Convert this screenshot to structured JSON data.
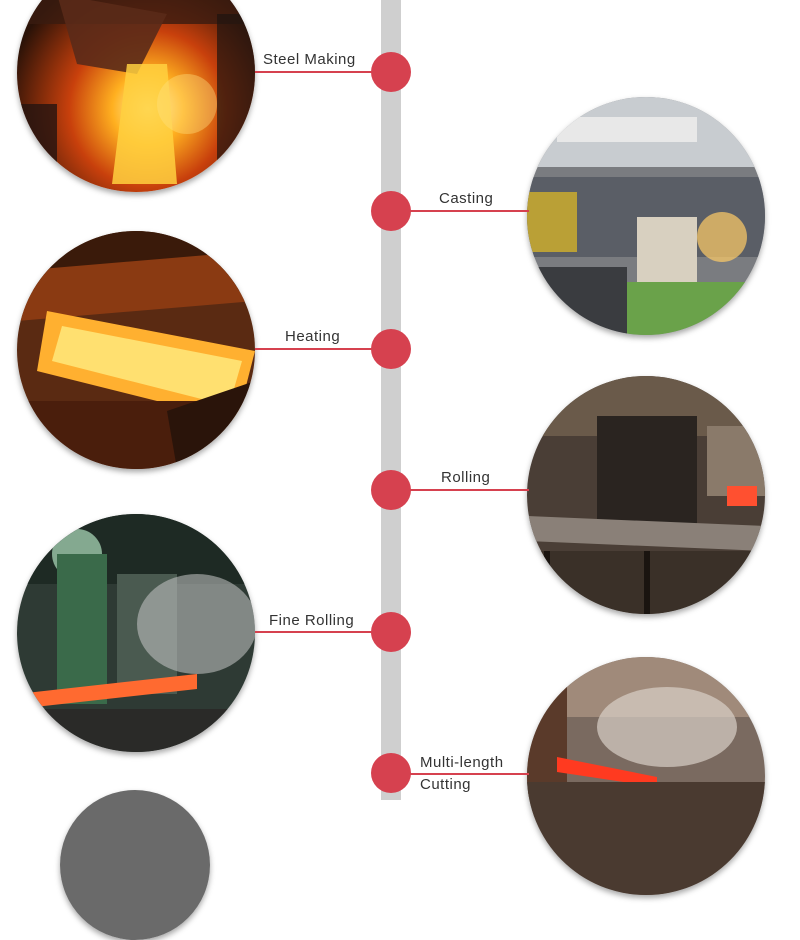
{
  "steps": [
    {
      "label": "Steel Making",
      "image": "molten-steel-pouring-photo"
    },
    {
      "label": "Casting",
      "image": "electric-arc-furnace-photo"
    },
    {
      "label": "Heating",
      "image": "hot-billet-photo"
    },
    {
      "label": "Rolling",
      "image": "rolling-mill-photo"
    },
    {
      "label": "Fine Rolling",
      "image": "finishing-mill-steam-photo"
    },
    {
      "label_line1": "Multi-length",
      "label_line2": "Cutting",
      "image": "hot-bar-cutting-photo"
    }
  ],
  "colors": {
    "accent": "#d6414f",
    "timeline": "#cfcfcf",
    "text": "#333333"
  }
}
